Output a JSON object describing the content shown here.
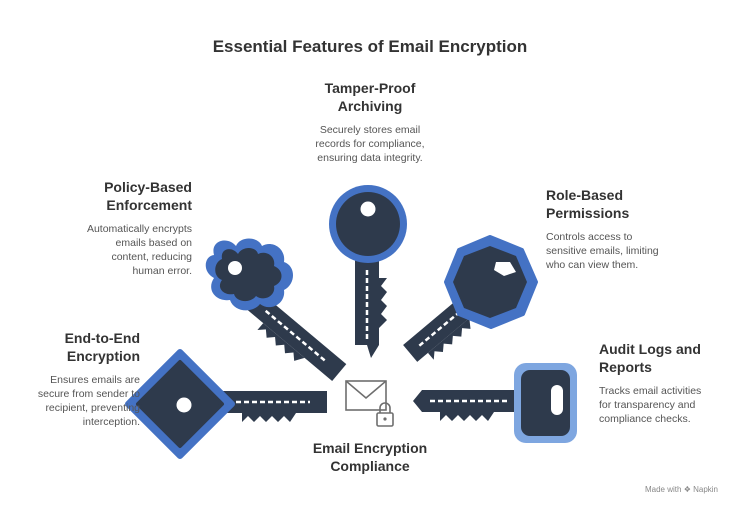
{
  "title": "Essential Features of Email Encryption",
  "center": {
    "label_line1": "Email Encryption",
    "label_line2": "Compliance"
  },
  "features": [
    {
      "title1": "End-to-End",
      "title2": "Encryption",
      "desc": [
        "Ensures emails are",
        "secure from sender to",
        "recipient, preventing",
        "interception."
      ]
    },
    {
      "title1": "Policy-Based",
      "title2": "Enforcement",
      "desc": [
        "Automatically encrypts",
        "emails based on",
        "content, reducing",
        "human error."
      ]
    },
    {
      "title1": "Tamper-Proof",
      "title2": "Archiving",
      "desc": [
        "Securely stores email",
        "records for compliance,",
        "ensuring data integrity."
      ]
    },
    {
      "title1": "Role-Based",
      "title2": "Permissions",
      "desc": [
        "Controls access to",
        "sensitive emails, limiting",
        "who can view them."
      ]
    },
    {
      "title1": "Audit Logs and",
      "title2": "Reports",
      "desc": [
        "Tracks email activities",
        "for transparency and",
        "compliance checks."
      ]
    }
  ],
  "credit": {
    "prefix": "Made with",
    "brand": "Napkin"
  },
  "colors": {
    "key_dark": "#2e3a4c",
    "key_blue": "#4472c4",
    "key_light_blue": "#7ea6e0",
    "icon_gray": "#6e6e6e"
  }
}
